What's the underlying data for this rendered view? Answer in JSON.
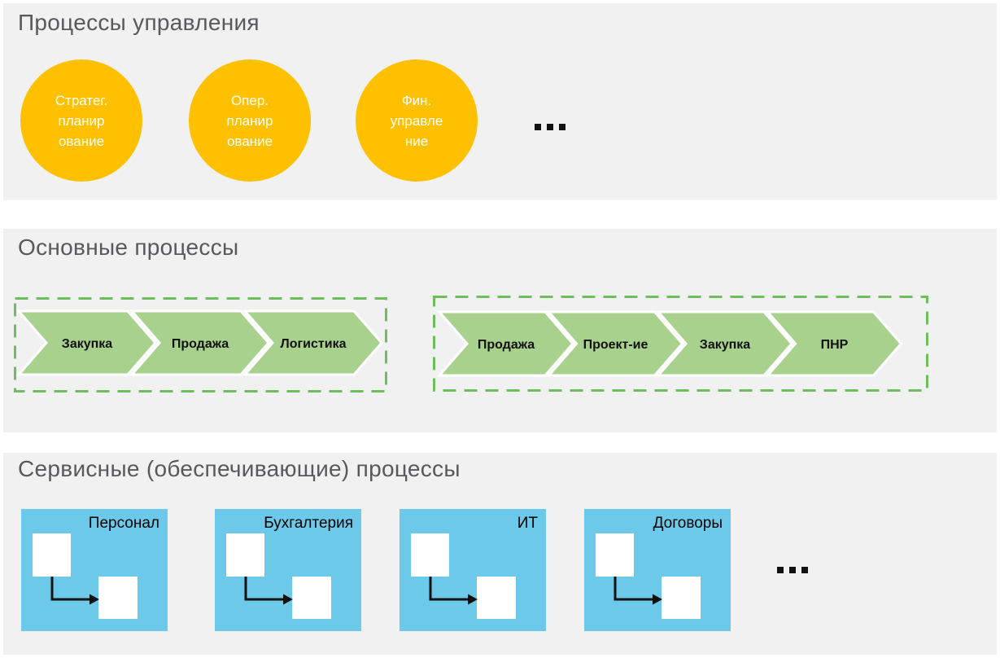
{
  "page": {
    "background_color": "#ffffff",
    "band_color": "#f1f1f2",
    "title_color": "#58595b"
  },
  "management": {
    "title": "Процессы управления",
    "circle_color": "#ffc000",
    "circle_text_color": "#ffffff",
    "circles": [
      {
        "label": "Стратег.\nпланир\nование"
      },
      {
        "label": "Опер.\nпланир\nование"
      },
      {
        "label": "Фин.\nуправле\nние"
      }
    ],
    "more_icon": "ellipsis-dots"
  },
  "core": {
    "title": "Основные процессы",
    "chevron_fill": "#a9d18e",
    "chevron_gap_color": "#ffffff",
    "dashed_border_color": "#6fbe5d",
    "groups": [
      {
        "steps": [
          "Закупка",
          "Продажа",
          "Логистика"
        ]
      },
      {
        "steps": [
          "Продажа",
          "Проект-ие",
          "Закупка",
          "ПНР"
        ]
      }
    ]
  },
  "service": {
    "title": "Сервисные (обеспечивающие) процессы",
    "card_color": "#6cc9e9",
    "card_shape_icons": "two-white-boxes-with-elbow-arrow",
    "cards": [
      {
        "label": "Персонал"
      },
      {
        "label": "Бухгалтерия"
      },
      {
        "label": "ИТ"
      },
      {
        "label": "Договоры"
      }
    ],
    "more_icon": "ellipsis-dots"
  }
}
